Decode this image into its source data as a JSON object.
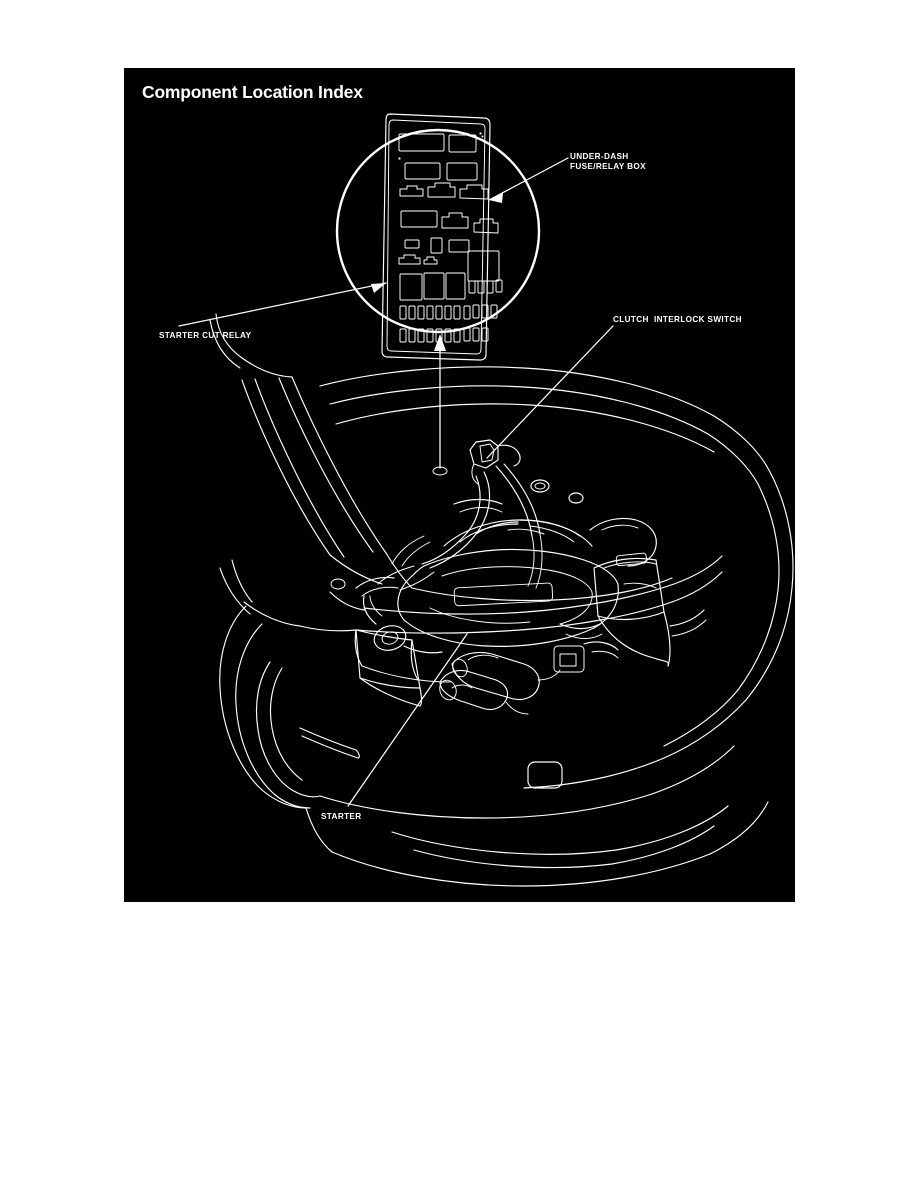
{
  "page": {
    "background_color": "#ffffff",
    "figure_background_color": "#000000",
    "line_color": "#ffffff"
  },
  "figure": {
    "title": "Component Location Index",
    "type": "automotive-line-art-diagram",
    "subject": "engine compartment front three-quarter view with magnified under-dash fuse/relay box inset"
  },
  "callouts": [
    {
      "id": "under-dash-fuse-relay-box",
      "line1": "UNDER-DASH",
      "line2": "FUSE/RELAY BOX",
      "points_to": "relay box inset, upper right region"
    },
    {
      "id": "starter-cut-relay",
      "line1": "STARTER CUT RELAY",
      "line2": "",
      "points_to": "relay at lower-left of the fuse/relay box inset"
    },
    {
      "id": "clutch-interlock-switch",
      "line1": "CLUTCH  INTERLOCK SWITCH",
      "line2": "",
      "points_to": "switch near firewall, upper center of engine bay"
    },
    {
      "id": "starter",
      "line1": "STARTER",
      "line2": "",
      "points_to": "starter motor at lower front of engine block"
    }
  ],
  "inset": {
    "shape": "circle",
    "content": "under-dash fuse/relay box face with relay sockets and fuse slots"
  }
}
